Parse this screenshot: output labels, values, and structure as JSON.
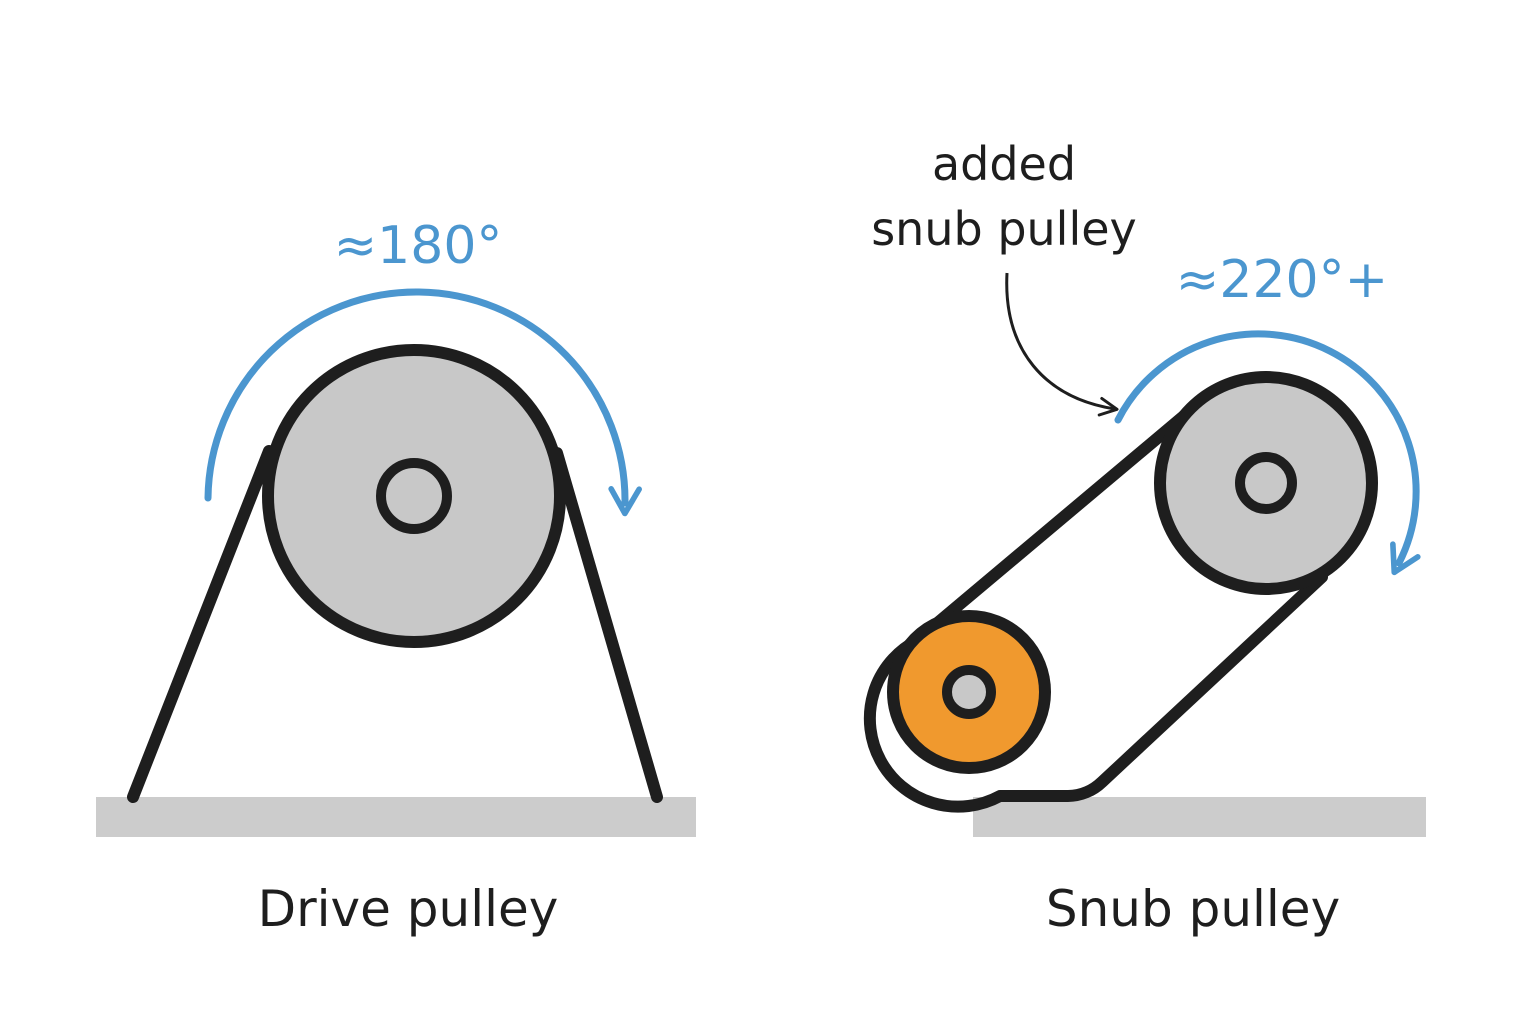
{
  "left_panel": {
    "angle_label": "≈180°",
    "caption": "Drive pulley"
  },
  "right_panel": {
    "callout_line1": "added",
    "callout_line2": "snub pulley",
    "angle_label": "≈220°+",
    "caption": "Snub pulley"
  },
  "colors": {
    "outline": "#1e1e1e",
    "pulley_fill": "#c8c8c8",
    "snub_fill": "#f0992e",
    "arc_blue": "#4b96cf",
    "base": "#cccccc"
  }
}
